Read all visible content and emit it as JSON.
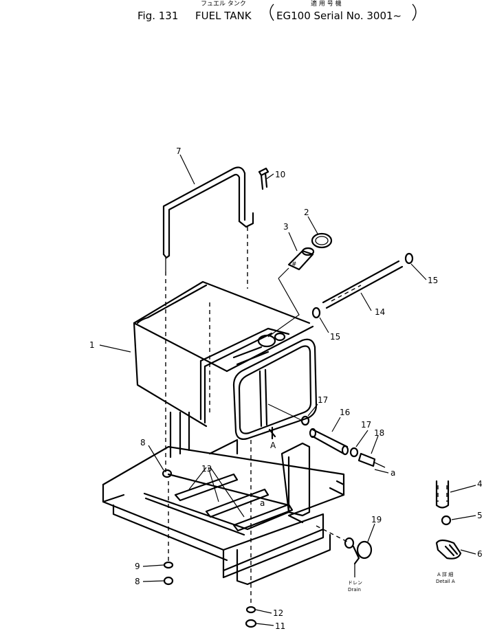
{
  "header": {
    "jp_title": "フュエル タンク",
    "jp_applicable": "適 用 号 機",
    "fig_label": "Fig. 131",
    "title": "FUEL TANK",
    "serial": "EG100 Serial No. 3001~"
  },
  "callouts": [
    "1",
    "2",
    "3",
    "4",
    "5",
    "6",
    "7",
    "8",
    "8",
    "9",
    "10",
    "11",
    "12",
    "13",
    "14",
    "15",
    "15",
    "16",
    "17",
    "17",
    "18",
    "19"
  ],
  "annotations": {
    "a_right": "a",
    "a_frame": "a",
    "arrow_a": "A",
    "drain_jp": "ドレン",
    "drain_en": "Drain",
    "detail_jp": "A 詳 細",
    "detail_en": "Detail A"
  }
}
